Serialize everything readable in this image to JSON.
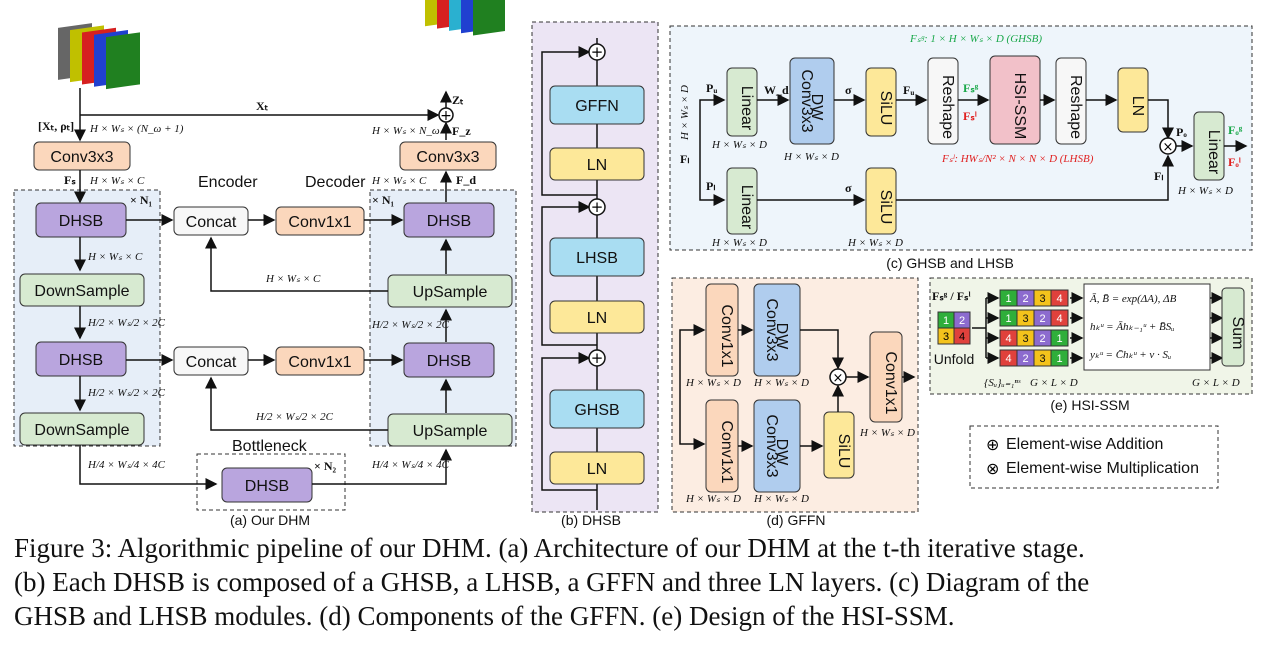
{
  "colors": {
    "conv": "#fbd7bc",
    "dhsb": "#b9a5de",
    "sample": "#d7ead1",
    "concat": "#f7f7f7",
    "ln": "#fde899",
    "ffn": "#a9ddf2",
    "dwconv": "#b0cdee",
    "ssm": "#f2c1c9",
    "panel_blue": "#eef5fb",
    "panel_purple": "#ece5f4",
    "panel_orange": "#fcede2",
    "panel_green": "#f0f5e8",
    "ghsb_text": "#1aa84a",
    "lhsb_text": "#e02020"
  },
  "panel_a": {
    "conv_in": "Conv3x3",
    "conv_out": "Conv3x3",
    "encoder": "Encoder",
    "decoder": "Decoder",
    "bottleneck": "Bottleneck",
    "dhsb": "DHSB",
    "downsample": "DownSample",
    "upsample": "UpSample",
    "concat": "Concat",
    "conv1x1": "Conv1x1",
    "n1": "× N₁",
    "n2": "× N₂",
    "xt": "Xₜ",
    "zt": "Zₜ",
    "fs": "Fₛ",
    "fz": "F_z",
    "fd": "F_d",
    "xrho": "[Xₜ, ρₜ]",
    "dim_in": "H × Wₛ × (N_ω + 1)",
    "dim_out": "H × Wₛ × N_ω",
    "dim_c": "H × Wₛ × C",
    "dim_2c": "H/2 × Wₛ/2 × 2C",
    "dim_4c": "H/4 × Wₛ/4 × 4C",
    "caption": "(a) Our DHM"
  },
  "panel_b": {
    "ffn": "GFFN",
    "ln": "LN",
    "lhsb": "LHSB",
    "ghsb": "GHSB",
    "caption": "(b) DHSB"
  },
  "panel_c": {
    "linear": "Linear",
    "dwconv_a": "DW",
    "dwconv_b": "Conv3x3",
    "silu": "SiLU",
    "reshape": "Reshape",
    "ssm": "HSI-SSM",
    "ln": "LN",
    "pu": "Pᵤ",
    "pl": "Pₗ",
    "wd": "W_d",
    "sigma": "σ",
    "fu": "Fᵤ",
    "fl": "Fₗ",
    "po": "Pₒ",
    "fsg": "Fₛᵍ",
    "fsl": "Fₛˡ",
    "fog": "Fₒᵍ",
    "fol": "Fₒˡ",
    "ghsb_shape": "Fₛᵍ: 1 × H × Wₛ × D (GHSB)",
    "lhsb_shape": "Fₛˡ: HWₛ/N² × N × N × D (LHSB)",
    "dim_d": "H × Wₛ × D",
    "caption": "(c) GHSB and LHSB"
  },
  "panel_d": {
    "conv1x1": "Conv1x1",
    "dw_a": "DW",
    "dw_b": "Conv3x3",
    "silu": "SiLU",
    "dim_d": "H × Wₛ × D",
    "caption": "(d) GFFN"
  },
  "panel_e": {
    "inputs": "Fₛᵍ / Fₛˡ",
    "unfold": "Unfold",
    "grid": [
      "1",
      "2",
      "3",
      "4"
    ],
    "scans": [
      [
        "1",
        "2",
        "3",
        "4"
      ],
      [
        "1",
        "3",
        "2",
        "4"
      ],
      [
        "4",
        "3",
        "2",
        "1"
      ],
      [
        "4",
        "2",
        "3",
        "1"
      ]
    ],
    "eq1": "Ā, B̄ = exp(ΔA), ΔB",
    "eq2": "hₖᵘ = Āhₖ₋₁ᵘ + B̄Sᵤ",
    "eq3": "yₖᵘ = C̄hₖᵘ + ν · Sᵤ",
    "seq": "{Sᵤ}ᵤ₌₁ⁿˢ",
    "dim_in": "G × L × D",
    "dim_out": "G × L × D",
    "sum": "Sum",
    "caption": "(e) HSI-SSM"
  },
  "legend": {
    "add_symbol": "⊕",
    "add_label": "Element-wise Addition",
    "mul_symbol": "⊗",
    "mul_label": "Element-wise Multiplication"
  },
  "caption": {
    "line1": "Figure 3: Algorithmic pipeline of our DHM. (a) Architecture of our DHM at the t-th iterative stage.",
    "line2": "(b) Each DHSB is composed of a GHSB, a LHSB, a GFFN and three LN layers. (c) Diagram of the",
    "line3": "GHSB and LHSB modules. (d) Components of the GFFN. (e) Design of the HSI-SSM."
  }
}
